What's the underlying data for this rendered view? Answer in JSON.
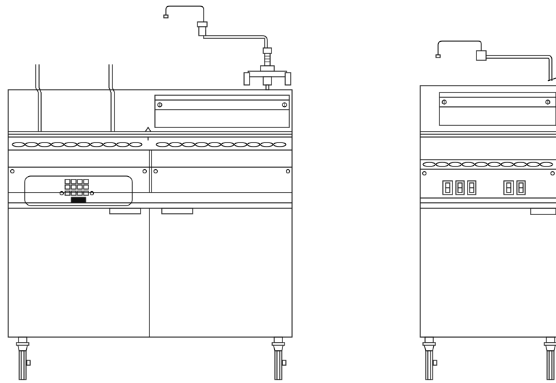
{
  "diagram": {
    "units": [
      {
        "id": "unit-left",
        "type": "fryer-with-basket-lifts",
        "components": [
          "faucet-arm",
          "faucet-valve",
          "basket-lift-rods",
          "rear-panel-plate",
          "vent-slots",
          "keypad-controller",
          "storage-doors",
          "door-handles",
          "caster-wheels"
        ]
      },
      {
        "id": "unit-right",
        "type": "fryer-with-digital-displays",
        "components": [
          "faucet-arm",
          "rear-panel-plate",
          "vent-slots",
          "digit-displays",
          "storage-doors",
          "caster-wheels"
        ]
      }
    ],
    "colors": {
      "line": "#111111",
      "background": "#ffffff"
    }
  }
}
